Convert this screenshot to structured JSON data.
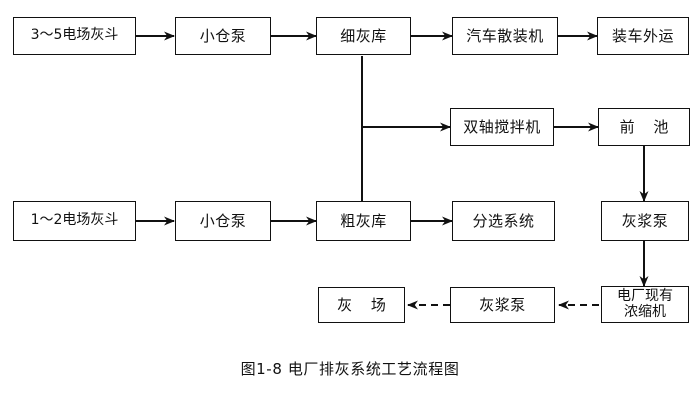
{
  "figure": {
    "caption": "图1-8    电厂排灰系统工艺流程图",
    "caption_number": "图1-8",
    "caption_title": "电厂排灰系统工艺流程图",
    "line_color": "#111111",
    "box_fill": "#ffffff",
    "background": "#ffffff"
  },
  "nodes": {
    "hopper_35": "3～5电场灰斗",
    "pump_top": "小仓泵",
    "fine_ash_silo": "细灰库",
    "truck_bulk_loader": "汽车散装机",
    "truck_outbound": "装车外运",
    "twin_shaft_mixer": "双轴搅拌机",
    "forebay": "前 池",
    "hopper_12": "1～2电场灰斗",
    "pump_bottom": "小仓泵",
    "coarse_ash_silo": "粗灰库",
    "sorting_system": "分选系统",
    "slurry_pump_right": "灰浆泵",
    "existing_thickener": "电厂现有\n浓缩机",
    "slurry_pump_bottom": "灰浆泵",
    "ash_yard": "灰 场"
  },
  "edges": [
    {
      "name": "hopper35-to-pumptop",
      "style": "solid"
    },
    {
      "name": "pumptop-to-fineashsilo",
      "style": "solid"
    },
    {
      "name": "fineashsilo-to-truckloader",
      "style": "solid"
    },
    {
      "name": "truckloader-to-truckoutbound",
      "style": "solid"
    },
    {
      "name": "fineashsilo-down-to-coarseashsilo",
      "style": "solid"
    },
    {
      "name": "fineashsilo-branch-to-mixer",
      "style": "solid"
    },
    {
      "name": "mixer-to-forebay",
      "style": "solid"
    },
    {
      "name": "forebay-to-slurrypump",
      "style": "solid"
    },
    {
      "name": "slurrypump-to-thickener",
      "style": "solid"
    },
    {
      "name": "hopper12-to-pumpbottom",
      "style": "solid"
    },
    {
      "name": "pumpbottom-to-coarseashsilo",
      "style": "solid"
    },
    {
      "name": "coarseashsilo-to-sortingsystem",
      "style": "solid"
    },
    {
      "name": "thickener-to-slurrypumpbottom",
      "style": "dashed"
    },
    {
      "name": "slurrypumpbottom-to-ashyard",
      "style": "dashed"
    }
  ]
}
